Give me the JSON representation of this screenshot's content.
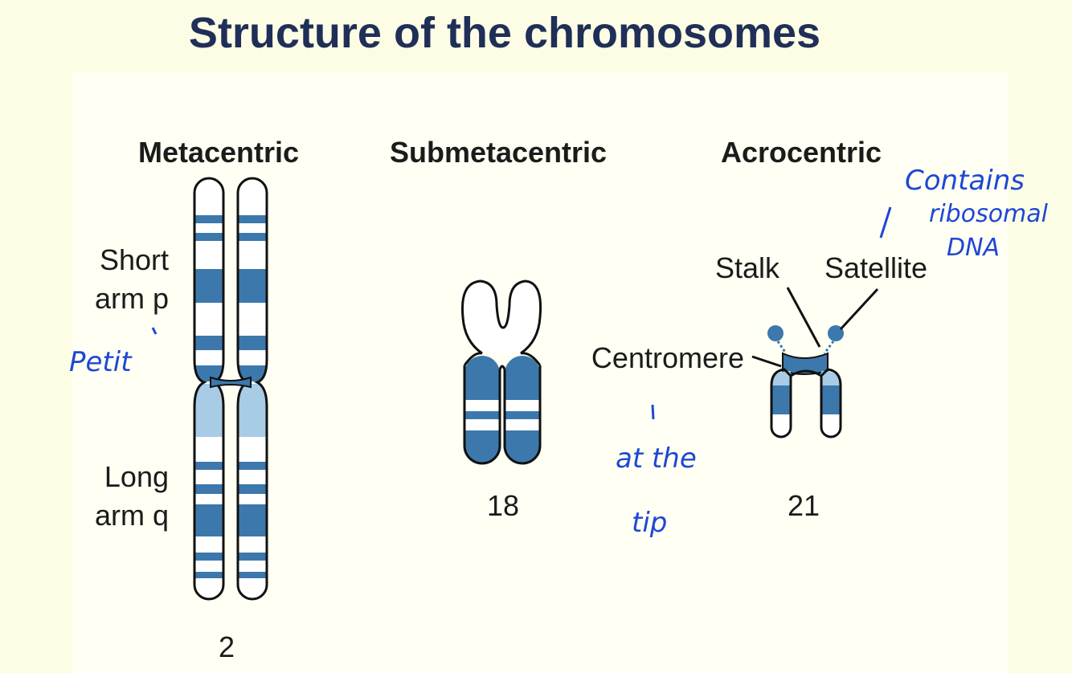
{
  "slide": {
    "title": "Structure of the chromosomes"
  },
  "figure": {
    "headers": {
      "metacentric": "Metacentric",
      "submetacentric": "Submetacentric",
      "acrocentric": "Acrocentric"
    },
    "labels": {
      "short_arm_line1": "Short",
      "short_arm_line2": "arm p",
      "long_arm_line1": "Long",
      "long_arm_line2": "arm q",
      "stalk": "Stalk",
      "satellite": "Satellite",
      "centromere": "Centromere"
    },
    "chromosome_numbers": {
      "metacentric": "2",
      "submetacentric": "18",
      "acrocentric": "21"
    },
    "colors": {
      "band": "#3c78ac",
      "light_band": "#a8cbe6",
      "outline": "#111111",
      "title": "#1f2f57",
      "handwriting": "#1e47d6"
    }
  },
  "annotations": {
    "petit": "Petit",
    "contains_line1": "Contains",
    "contains_line2": "ribosomal",
    "contains_line3": "DNA",
    "at_the": "at the",
    "tip": "tip"
  }
}
